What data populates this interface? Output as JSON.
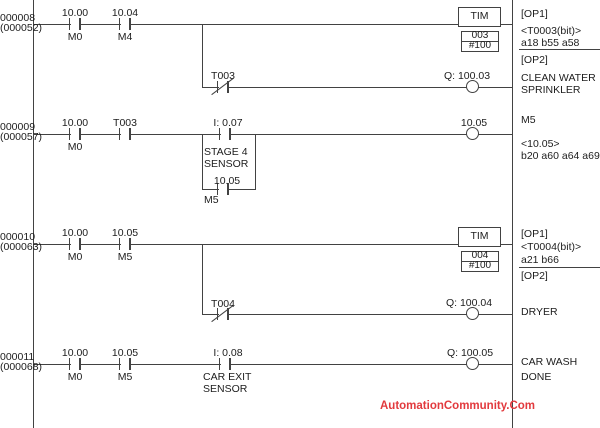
{
  "watermark": "AutomationCommunity.Com",
  "colors": {
    "line": "#424242",
    "text": "#1d1d1d",
    "red": "#e23a3e",
    "background": "#ffffff"
  },
  "rungs": [
    {
      "number": "000008",
      "step": "(000052)",
      "c1_addr": "10.00",
      "c1_name": "M0",
      "c2_addr": "10.04",
      "c2_name": "M4",
      "timer_type": "TIM",
      "timer_num": "003",
      "timer_preset": "#100",
      "nc_addr": "T003",
      "coil_addr": "Q: 100.03",
      "op1": "[OP1]",
      "op1_bit": "<T0003(bit)>",
      "op1_refs": "a18 b55 a58",
      "op2": "[OP2]",
      "desc1": "CLEAN WATER",
      "desc2": "SPRINKLER"
    },
    {
      "number": "000009",
      "step": "(000057)",
      "c1_addr": "10.00",
      "c1_name": "M0",
      "c2_addr": "T003",
      "c3_addr": "I: 0.07",
      "c3_name1": "STAGE 4",
      "c3_name2": "SENSOR",
      "par_addr": "10.05",
      "par_name": "M5",
      "coil_addr": "10.05",
      "cmt1": "M5",
      "cmt2": "<10.05>",
      "cmt3": "b20 a60 a64 a69"
    },
    {
      "number": "000010",
      "step": "(000063)",
      "c1_addr": "10.00",
      "c1_name": "M0",
      "c2_addr": "10.05",
      "c2_name": "M5",
      "timer_type": "TIM",
      "timer_num": "004",
      "timer_preset": "#100",
      "nc_addr": "T004",
      "coil_addr": "Q: 100.04",
      "op1": "[OP1]",
      "op1_bit": "<T0004(bit)>",
      "op1_refs": "a21 b66",
      "op2": "[OP2]",
      "desc1": "DRYER"
    },
    {
      "number": "000011",
      "step": "(000068)",
      "c1_addr": "10.00",
      "c1_name": "M0",
      "c2_addr": "10.05",
      "c2_name": "M5",
      "c3_addr": "I: 0.08",
      "c3_name1": "CAR EXIT",
      "c3_name2": "SENSOR",
      "coil_addr": "Q: 100.05",
      "cmt1": "CAR WASH",
      "cmt2": "DONE"
    }
  ]
}
